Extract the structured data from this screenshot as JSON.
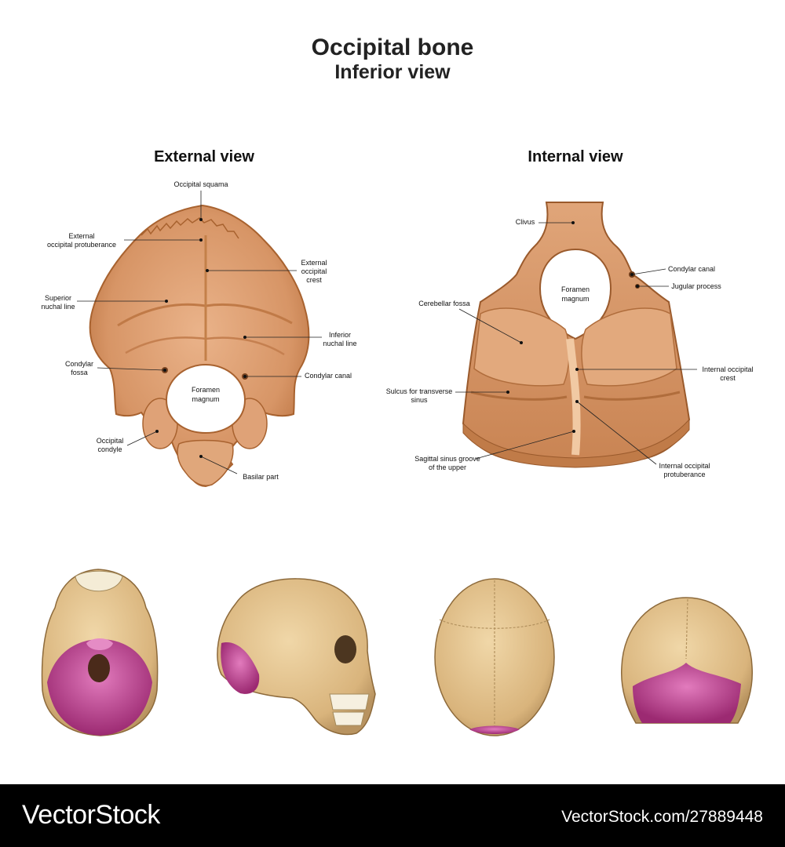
{
  "title": "Occipital bone",
  "subtitle": "Inferior view",
  "external_view": {
    "heading": "External view",
    "labels": {
      "occipital_squama": "Occipital squama",
      "ext_protuberance_1": "External",
      "ext_protuberance_2": "occipital protuberance",
      "ext_crest_1": "External",
      "ext_crest_2": "occipital",
      "ext_crest_3": "crest",
      "sup_nuchal_1": "Superior",
      "sup_nuchal_2": "nuchal line",
      "inf_nuchal_1": "Inferior",
      "inf_nuchal_2": "nuchal line",
      "condylar_fossa_1": "Condylar",
      "condylar_fossa_2": "fossa",
      "condylar_canal": "Condylar canal",
      "foramen_1": "Foramen",
      "foramen_2": "magnum",
      "occ_condyle_1": "Occipital",
      "occ_condyle_2": "condyle",
      "basilar_part": "Basilar part"
    }
  },
  "internal_view": {
    "heading": "Internal view",
    "labels": {
      "clivus": "Clivus",
      "condylar_canal": "Condylar canal",
      "jugular_process": "Jugular process",
      "foramen_1": "Foramen",
      "foramen_2": "magnum",
      "cerebellar_fossa": "Cerebellar fossa",
      "int_crest_1": "Internal occipital",
      "int_crest_2": "crest",
      "sulcus_1": "Sulcus for transverse",
      "sulcus_2": "sinus",
      "sagittal_1": "Sagittal sinus groove",
      "sagittal_2": "of the upper",
      "int_protuberance_1": "Internal occipital",
      "int_protuberance_2": "protuberance"
    }
  },
  "colors": {
    "bone": "#d99a6c",
    "bone_dark": "#b8703f",
    "skull": "#e2c08a",
    "highlight": "#c0398a"
  },
  "footer": {
    "brand": "VectorStock",
    "reference": "VectorStock.com/27889448"
  }
}
